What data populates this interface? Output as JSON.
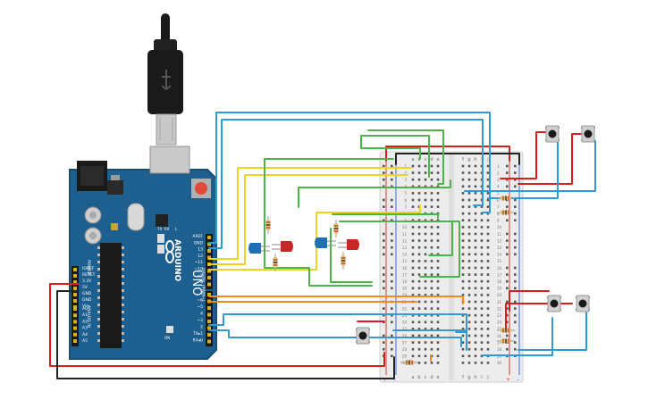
{
  "colors": {
    "board": "#1d5f8f",
    "board_edge": "#174d75",
    "breadboard": "#ececec",
    "rail_red": "#d63b3b",
    "rail_blue": "#3b6fd6",
    "wire_red": "#d81e1e",
    "wire_black": "#222222",
    "wire_yellow": "#ecd51c",
    "wire_green": "#4cb547",
    "wire_blue": "#2f9ad6",
    "wire_orange": "#f08a1d",
    "led_red": "#c62828",
    "led_blue": "#1f6fb2",
    "usb": "#1a1a1a"
  },
  "arduino": {
    "brand": "ARDUINO",
    "model": "UNO",
    "power_header": "POWER",
    "analog_header": "ANALOG IN",
    "digital_header": "DIGITAL (PWM~)",
    "power_pins": [
      "IOREF",
      "RESET",
      "3.3V",
      "5V",
      "GND",
      "GND",
      "Vin"
    ],
    "analog_pins": [
      "A0",
      "A1",
      "A2",
      "A3",
      "A4",
      "A5"
    ],
    "top_pins": [
      "AREF",
      "GND",
      "13",
      "12",
      "~11",
      "~10",
      "~9",
      "8"
    ],
    "bottom_pins": [
      "7",
      "~6",
      "~5",
      "4",
      "~3",
      "2",
      "TX▸1",
      "RX◂0"
    ],
    "labels": {
      "tx": "TX",
      "rx": "RX",
      "l": "L",
      "on": "ON"
    }
  },
  "breadboard": {
    "columns_left": [
      "a",
      "b",
      "c",
      "d",
      "e"
    ],
    "columns_right": [
      "f",
      "g",
      "h",
      "i",
      "j"
    ],
    "plus": "+",
    "minus": "–",
    "row_labels": [
      "1",
      "2",
      "3",
      "4",
      "5",
      "6",
      "7",
      "8",
      "9",
      "10",
      "11",
      "12",
      "13",
      "14",
      "15",
      "16",
      "17",
      "18",
      "19",
      "20",
      "21",
      "22",
      "23",
      "24",
      "25",
      "26",
      "27",
      "28",
      "29",
      "30"
    ]
  }
}
